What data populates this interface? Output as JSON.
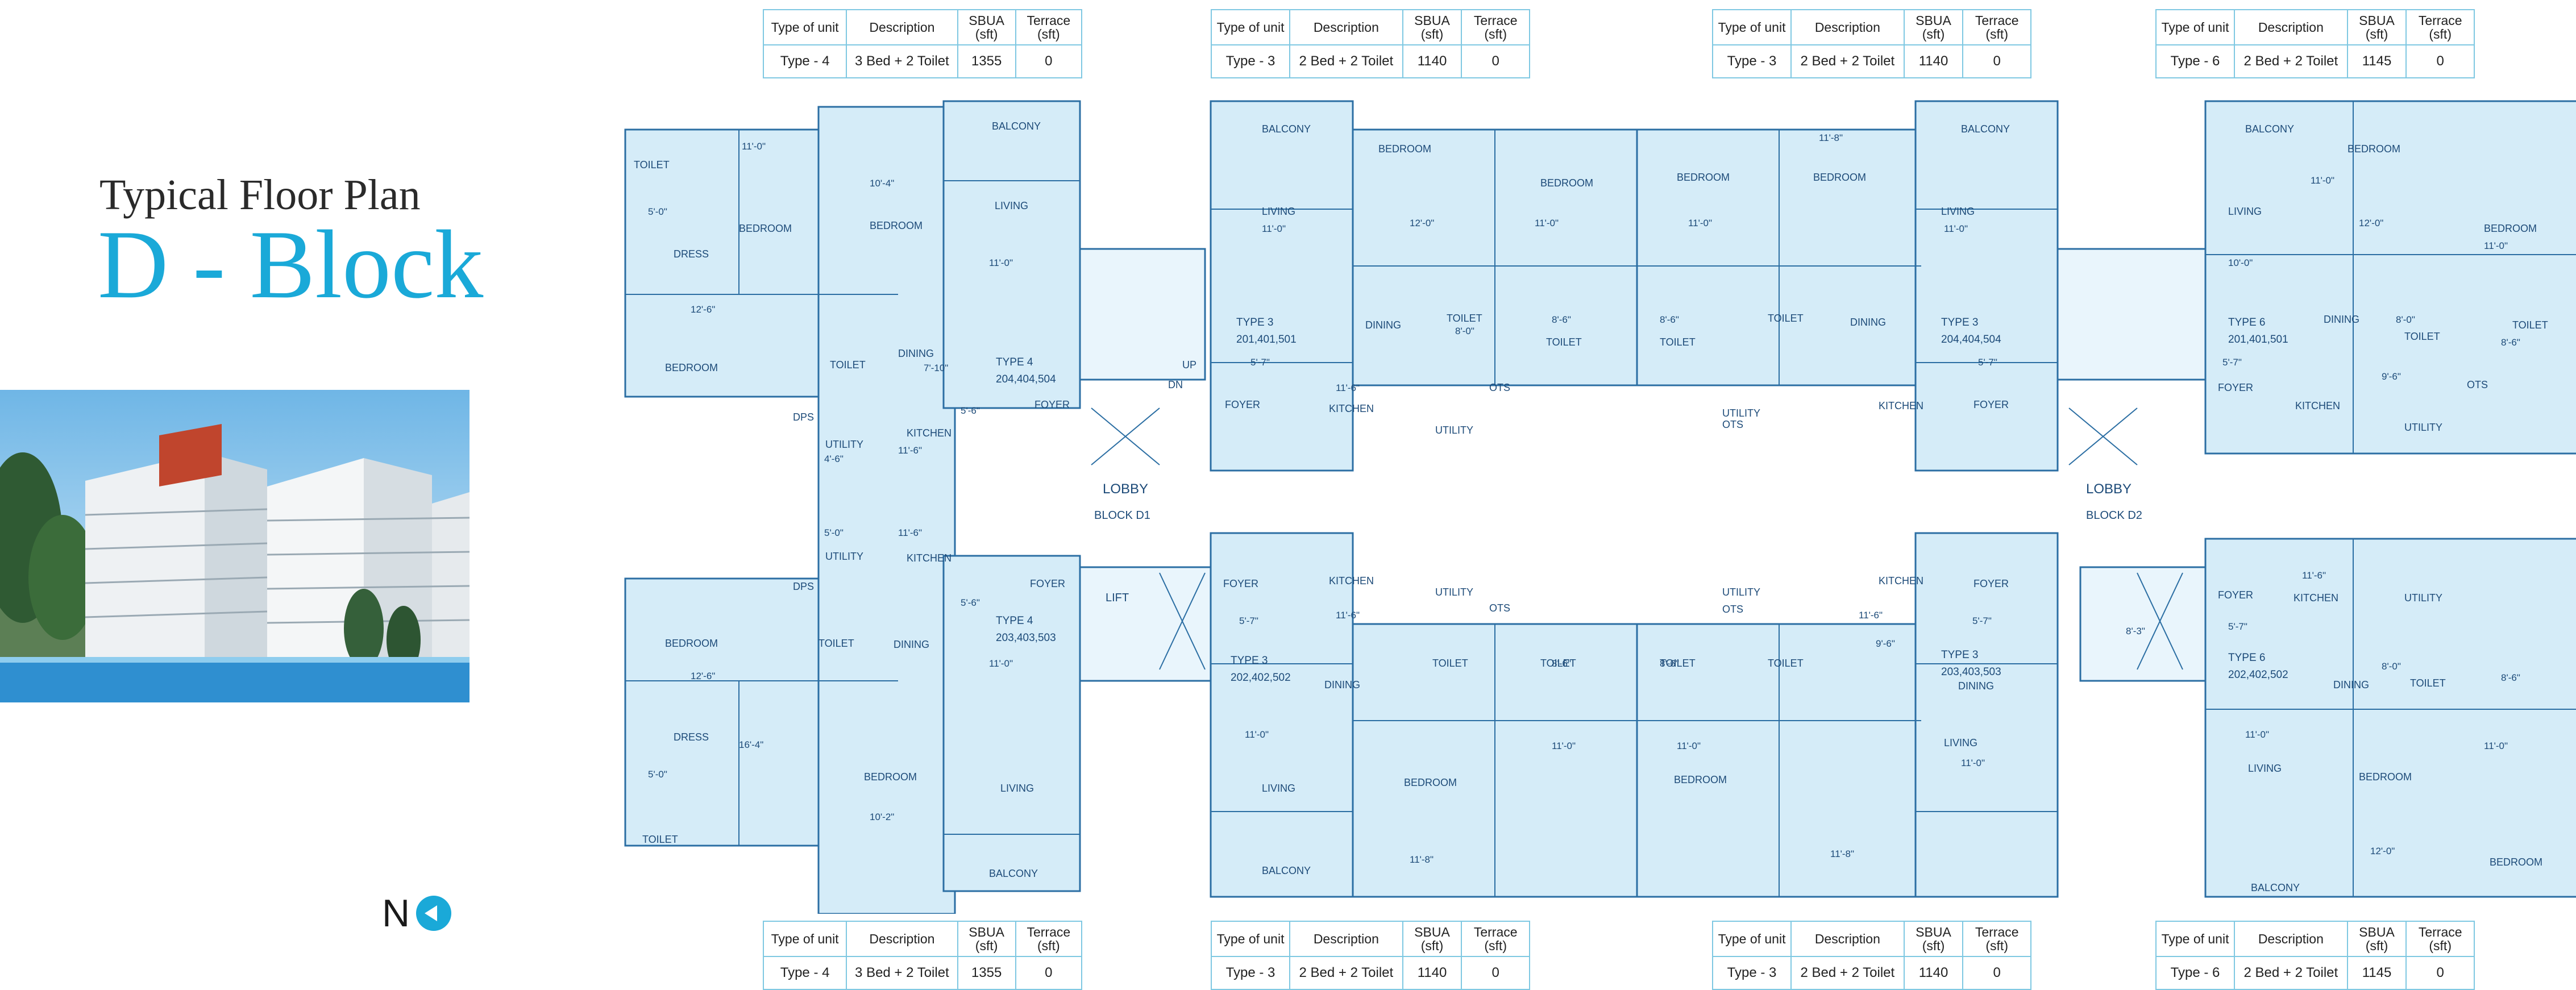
{
  "title": {
    "line1": "Typical Floor Plan",
    "line2": "D - Block"
  },
  "north_label": "N",
  "tables": {
    "headers": [
      "Type of unit",
      "Description",
      "SBUA (sft)",
      "Terrace (sft)"
    ],
    "top": [
      [
        "Type - 4",
        "3 Bed + 2 Toilet",
        "1355",
        "0"
      ],
      [
        "Type - 3",
        "2 Bed + 2 Toilet",
        "1140",
        "0"
      ],
      [
        "Type - 3",
        "2 Bed + 2 Toilet",
        "1140",
        "0"
      ],
      [
        "Type - 6",
        "2 Bed + 2 Toilet",
        "1145",
        "0"
      ]
    ],
    "bottom": [
      [
        "Type - 4",
        "3 Bed + 2 Toilet",
        "1355",
        "0"
      ],
      [
        "Type - 3",
        "2 Bed + 2 Toilet",
        "1140",
        "0"
      ],
      [
        "Type - 3",
        "2 Bed + 2 Toilet",
        "1140",
        "0"
      ],
      [
        "Type - 6",
        "2 Bed + 2 Toilet",
        "1145",
        "0"
      ]
    ]
  },
  "plan": {
    "lobby": "LOBBY",
    "block_d1": "BLOCK D1",
    "block_d2": "BLOCK D2",
    "lift": "LIFT",
    "up": "UP",
    "dn": "DN",
    "ots": "OTS",
    "type4_a": "TYPE 4",
    "type4_a_nums": "204,404,504",
    "type4_b": "TYPE 4",
    "type4_b_nums": "203,403,503",
    "type3_a": "TYPE 3",
    "type3_a_nums": "201,401,501",
    "type3_b": "TYPE 3",
    "type3_b_nums": "202,402,502",
    "type3_c": "TYPE 3",
    "type3_c_nums": "204,404,504",
    "type3_d": "TYPE 3",
    "type3_d_nums": "203,403,503",
    "type6_a": "TYPE 6",
    "type6_a_nums": "201,401,501",
    "type6_b": "TYPE 6",
    "type6_b_nums": "202,402,502",
    "rooms": {
      "balcony": "BALCONY",
      "bedroom": "BEDROOM",
      "living": "LIVING",
      "dining": "DINING",
      "kitchen": "KITCHEN",
      "toilet": "TOILET",
      "dress": "DRESS",
      "utility": "UTILITY",
      "foyer": "FOYER",
      "dps": "DPS"
    },
    "dims": {
      "d1": "11'-0\"",
      "d2": "10'-4\"",
      "d3": "12'-6\"",
      "d4": "11'-6\"",
      "d5": "5'-0\"",
      "d6": "4'-6\"",
      "d7": "16'-4\"",
      "d8": "10'-2\"",
      "d9": "11'-8\"",
      "d10": "12'-0\"",
      "d11": "8'-0\"",
      "d12": "8'-6\"",
      "d13": "5'-7\"",
      "d14": "9'-6\"",
      "d15": "10'-0\"",
      "d16": "7'-10\"",
      "d17": "12'-6\"",
      "d18": "5'-6\"",
      "d19": "8'-3\"",
      "d20": "10'-0\""
    }
  }
}
